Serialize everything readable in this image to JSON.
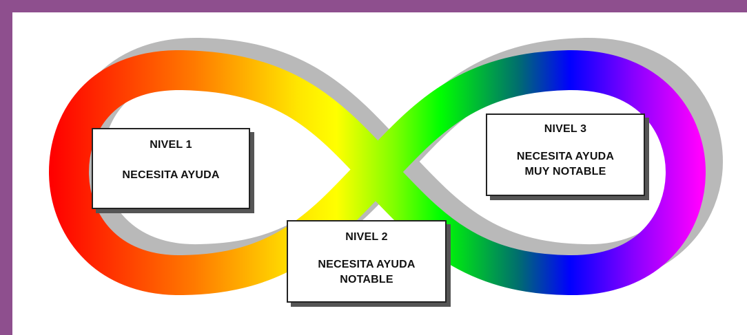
{
  "colors": {
    "frame_border": "#8e4f8e",
    "shadow": "#b9b9b9",
    "gradient_stops": [
      "#ff0000",
      "#ff7a00",
      "#ffe600",
      "#ffff00",
      "#7dff00",
      "#00ff00",
      "#006e6e",
      "#0000ff",
      "#8a00ff",
      "#ff00ff"
    ]
  },
  "diagram": {
    "shape": "infinity-icon",
    "levels": [
      {
        "title": "NIVEL 1",
        "description": "NECESITA AYUDA"
      },
      {
        "title": "NIVEL 2",
        "description": "NECESITA AYUDA NOTABLE"
      },
      {
        "title": "NIVEL 3",
        "description": "NECESITA AYUDA MUY NOTABLE"
      }
    ]
  }
}
